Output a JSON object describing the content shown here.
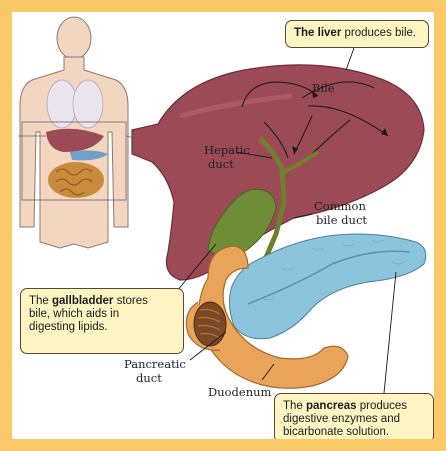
{
  "colors": {
    "frame": "#f9c968",
    "liver": "#9b4a56",
    "gallbladder": "#6f8d36",
    "pancreas": "#8cc3dd",
    "duodenum": "#e9a459",
    "callout_fill": "#fef5c4"
  },
  "labels": {
    "bile": "Bile",
    "hepatic_duct_1": "Hepatic",
    "hepatic_duct_2": "duct",
    "common_bile_duct_1": "Common",
    "common_bile_duct_2": "bile duct",
    "pancreatic_duct_1": "Pancreatic",
    "pancreatic_duct_2": "duct",
    "duodenum": "Duodenum"
  },
  "callouts": {
    "liver": {
      "bold": "The liver",
      "rest": " produces bile."
    },
    "gallbladder": {
      "pre": "The ",
      "bold": "gallbladder",
      "rest": " stores",
      "line2": "bile, which aids in",
      "line3": "digesting lipids."
    },
    "pancreas": {
      "pre": "The ",
      "bold": "pancreas",
      "rest": " produces",
      "line2": "digestive enzymes and",
      "line3": "bicarbonate solution."
    }
  }
}
